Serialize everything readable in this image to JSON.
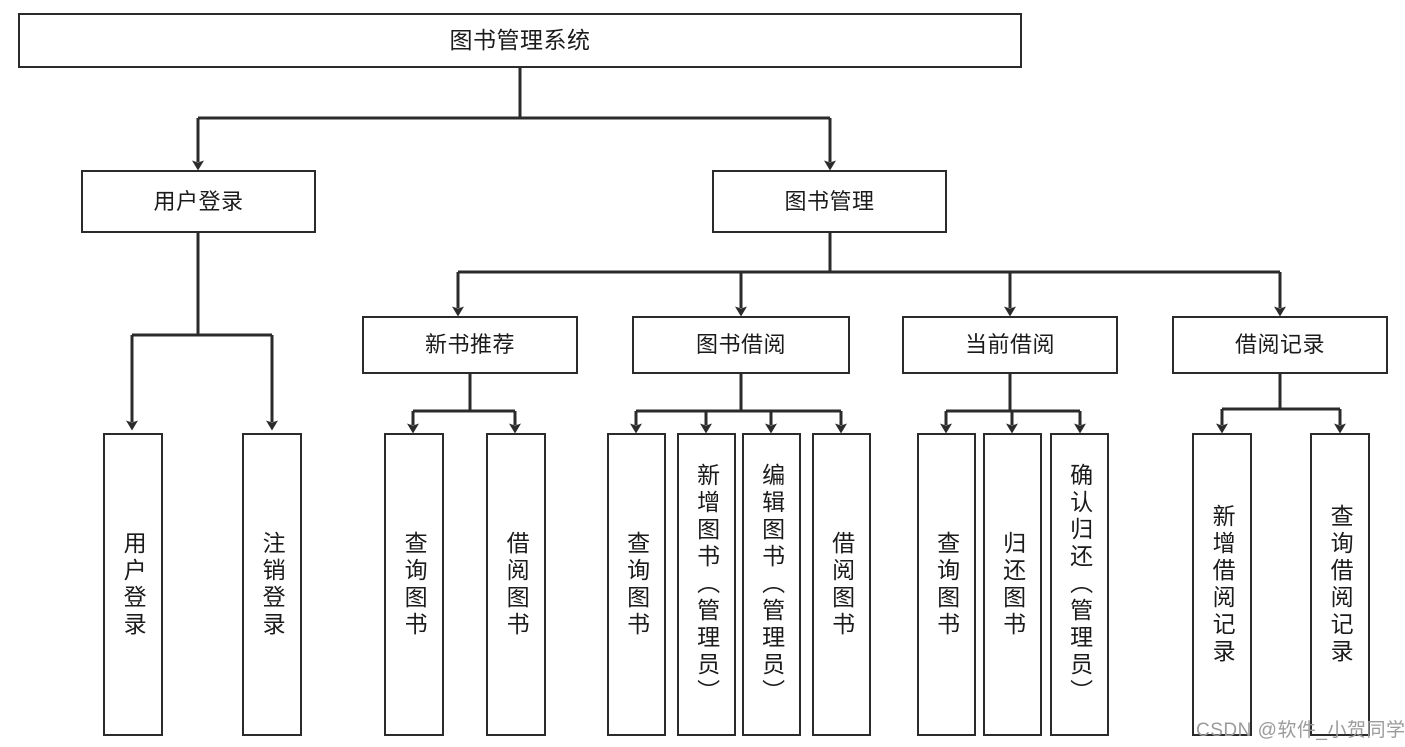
{
  "diagram": {
    "title": "图书管理系统",
    "root": {
      "label": "图书管理系统"
    },
    "level2": [
      {
        "label": "用户登录"
      },
      {
        "label": "图书管理"
      }
    ],
    "level3": [
      {
        "label": "新书推荐"
      },
      {
        "label": "图书借阅"
      },
      {
        "label": "当前借阅"
      },
      {
        "label": "借阅记录"
      }
    ],
    "leaves": {
      "user_login": [
        {
          "label": "用户登录"
        },
        {
          "label": "注销登录"
        }
      ],
      "new_book_recommend": [
        {
          "label": "查询图书"
        },
        {
          "label": "借阅图书"
        }
      ],
      "book_borrow": [
        {
          "label": "查询图书"
        },
        {
          "label": "新增图书（管理员）"
        },
        {
          "label": "编辑图书（管理员）"
        },
        {
          "label": "借阅图书"
        }
      ],
      "current_borrow": [
        {
          "label": "查询图书"
        },
        {
          "label": "归还图书"
        },
        {
          "label": "确认归还（管理员）"
        }
      ],
      "borrow_record": [
        {
          "label": "新增借阅记录"
        },
        {
          "label": "查询借阅记录"
        }
      ]
    }
  },
  "watermark": {
    "text": "CSDN @软件_小贺同学"
  },
  "colors": {
    "stroke": "#2b2b2b",
    "fill": "#ffffff",
    "text": "#1b1b1b",
    "watermark": "#9b9b9b"
  }
}
